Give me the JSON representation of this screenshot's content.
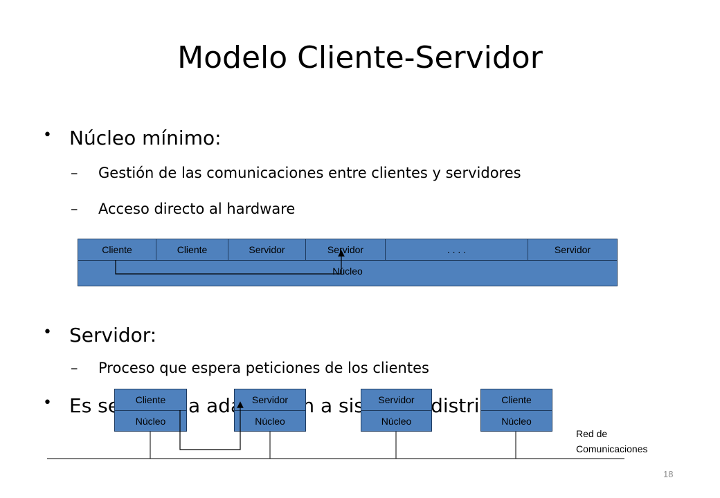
{
  "slide": {
    "title": "Modelo Cliente-Servidor",
    "bullet1": "Núcleo mínimo:",
    "sub1": "Gestión de las comunicaciones entre clientes y servidores",
    "sub2": "Acceso directo al hardware",
    "bullet2": "Servidor:",
    "sub3": "Proceso que espera peticiones de los clientes",
    "bullet3": "Es servidor la adaptación a sistemas distribuidos",
    "page_number": "18"
  },
  "diagram_top": {
    "segments": [
      "Cliente",
      "Cliente",
      "Servidor",
      "Servidor",
      ". . . .",
      "Servidor"
    ],
    "kernel_label": "Núcleo"
  },
  "diagram_bottom": {
    "nodes": [
      {
        "top": "Cliente",
        "bottom": "Núcleo"
      },
      {
        "top": "Servidor",
        "bottom": "Núcleo"
      },
      {
        "top": "Servidor",
        "bottom": "Núcleo"
      },
      {
        "top": "Cliente",
        "bottom": "Núcleo"
      }
    ],
    "network_label_line1": "Red de",
    "network_label_line2": "Comunicaciones"
  },
  "colors": {
    "box_fill": "#4f81bd",
    "box_border": "#1f3b5f"
  }
}
